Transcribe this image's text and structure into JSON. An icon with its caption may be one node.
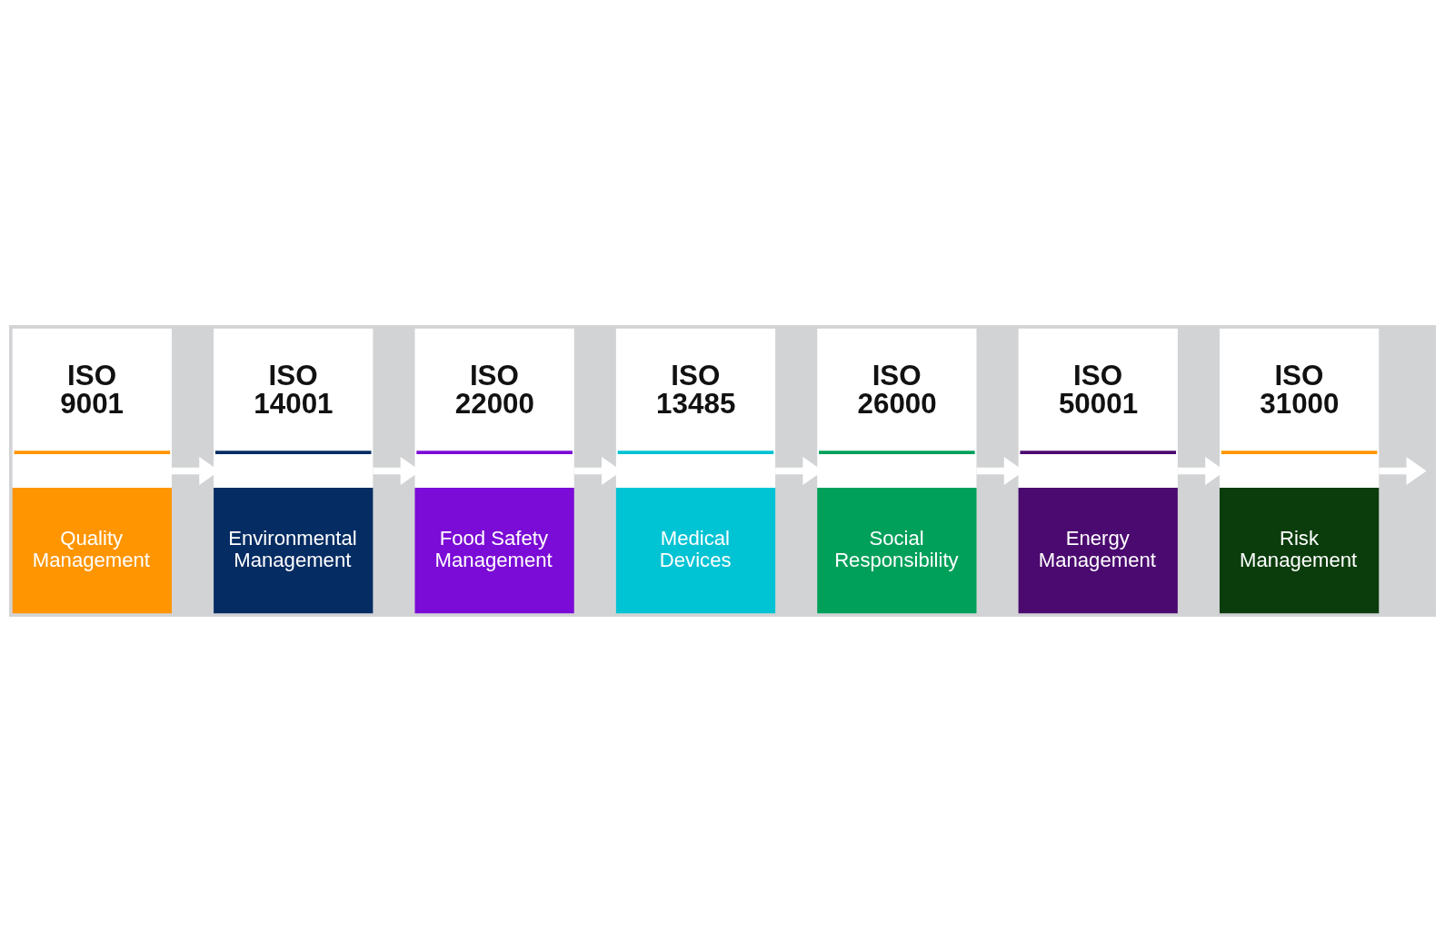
{
  "diagram": {
    "nodes": [
      {
        "text": [
          "ISO 9001",
          "Quality Management"
        ]
      },
      {
        "text": [
          "ISO 14001",
          "Environmental Management"
        ]
      },
      {
        "text": [
          "ISO 22000",
          "Food Safety Management"
        ]
      },
      {
        "text": [
          "ISO 13485",
          "Medical Devices"
        ]
      },
      {
        "text": [
          "ISO 26000",
          "Social Responsibility"
        ]
      },
      {
        "text": [
          "ISO 50001",
          "Energy Management"
        ]
      },
      {
        "text": [
          "ISO 31000",
          "Risk Management"
        ]
      }
    ],
    "edges": [
      {
        "from": 0,
        "to": 1,
        "arrow": "to"
      },
      {
        "from": 1,
        "to": 2,
        "arrow": "to"
      },
      {
        "from": 2,
        "to": 3,
        "arrow": "to"
      },
      {
        "from": 3,
        "to": 4,
        "arrow": "to"
      },
      {
        "from": 4,
        "to": 5,
        "arrow": "to"
      },
      {
        "from": 5,
        "to": 6,
        "arrow": "to"
      },
      {
        "from": 6,
        "to": null,
        "arrow": "to"
      }
    ]
  }
}
